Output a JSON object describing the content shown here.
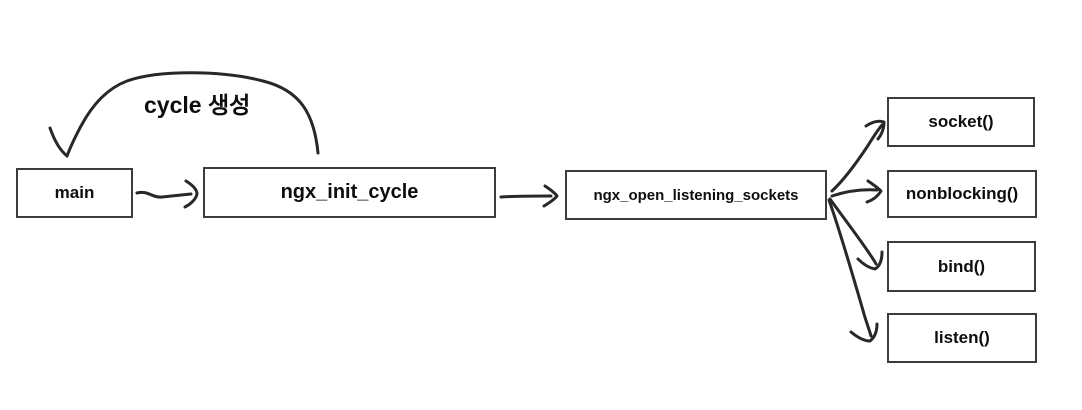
{
  "diagram": {
    "title_context": "nginx init flow",
    "background_color": "#ffffff",
    "box_border_color": "#3c3c3c",
    "arrow_color": "#282828",
    "text_color": "#0d0d0d",
    "annotation": {
      "cycle_label": "cycle 생성"
    },
    "nodes": [
      {
        "id": "main",
        "label": "main"
      },
      {
        "id": "ngx_init_cycle",
        "label": "ngx_init_cycle"
      },
      {
        "id": "ngx_open_listening_sockets",
        "label": "ngx_open_listening_sockets"
      },
      {
        "id": "socket",
        "label": "socket()"
      },
      {
        "id": "nonblocking",
        "label": "nonblocking()"
      },
      {
        "id": "bind",
        "label": "bind()"
      },
      {
        "id": "listen",
        "label": "listen()"
      }
    ],
    "edges": [
      {
        "from": "main",
        "to": "ngx_init_cycle",
        "label": ""
      },
      {
        "from": "ngx_init_cycle",
        "to": "main",
        "label": "cycle 생성"
      },
      {
        "from": "ngx_init_cycle",
        "to": "ngx_open_listening_sockets",
        "label": ""
      },
      {
        "from": "ngx_open_listening_sockets",
        "to": "socket()",
        "label": ""
      },
      {
        "from": "ngx_open_listening_sockets",
        "to": "nonblocking()",
        "label": ""
      },
      {
        "from": "ngx_open_listening_sockets",
        "to": "bind()",
        "label": ""
      },
      {
        "from": "ngx_open_listening_sockets",
        "to": "listen()",
        "label": ""
      }
    ]
  }
}
